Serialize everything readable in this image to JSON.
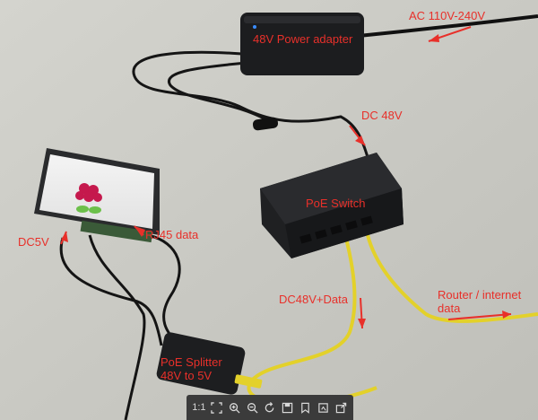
{
  "labels": {
    "power_adapter": "48V Power adapter",
    "ac_input": "AC 110V-240V",
    "dc48": "DC 48V",
    "poe_switch": "PoE Switch",
    "dc5v": "DC5V",
    "rj45": "RJ45 data",
    "dc48_data": "DC48V+Data",
    "router": "Router / internet\ndata",
    "splitter": "PoE Splitter\n48V to 5V"
  },
  "viewer_toolbar": {
    "actual_size_label": "1:1",
    "icons": [
      "fit-screen-icon",
      "zoom-in-icon",
      "zoom-out-icon",
      "rotate-icon",
      "save-icon",
      "bookmark-icon",
      "crop-icon",
      "share-icon"
    ]
  },
  "colors": {
    "annotation": "#e8302a",
    "cable_yellow": "#e3d12a",
    "device_black": "#1c1d1f"
  }
}
